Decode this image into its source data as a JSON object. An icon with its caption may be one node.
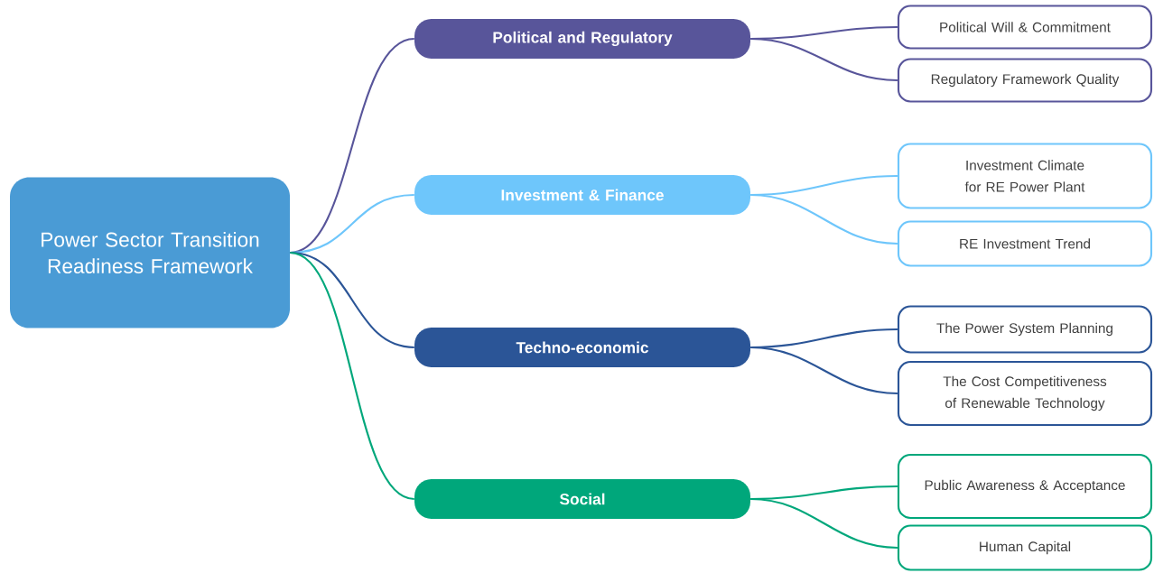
{
  "diagram": {
    "nodes": [
      {
        "text": [
          "Power Sector Transition Readiness Framework"
        ]
      },
      {
        "text": [
          "Political and Regulatory"
        ]
      },
      {
        "text": [
          "Investment & Finance"
        ]
      },
      {
        "text": [
          "Techno-economic"
        ]
      },
      {
        "text": [
          "Social"
        ]
      },
      {
        "text": [
          "Political Will & Commitment"
        ]
      },
      {
        "text": [
          "Regulatory Framework Quality"
        ]
      },
      {
        "text": [
          "Investment Climate for RE Power Plant"
        ]
      },
      {
        "text": [
          "RE Investment Trend"
        ]
      },
      {
        "text": [
          "The Power System Planning"
        ]
      },
      {
        "text": [
          "The Cost Competitiveness of Renewable Technology"
        ]
      },
      {
        "text": [
          "Public Awareness & Acceptance"
        ]
      },
      {
        "text": [
          "Human Capital"
        ]
      }
    ],
    "edges": [
      {
        "from": 0,
        "to": 1,
        "arrow": "none",
        "color": "#58559a"
      },
      {
        "from": 0,
        "to": 2,
        "arrow": "none",
        "color": "#6ec6fb"
      },
      {
        "from": 0,
        "to": 3,
        "arrow": "none",
        "color": "#2b5597"
      },
      {
        "from": 0,
        "to": 4,
        "arrow": "none",
        "color": "#00a77b"
      },
      {
        "from": 1,
        "to": 5,
        "arrow": "none",
        "color": "#58559a"
      },
      {
        "from": 1,
        "to": 6,
        "arrow": "none",
        "color": "#58559a"
      },
      {
        "from": 2,
        "to": 7,
        "arrow": "none",
        "color": "#6ec6fb"
      },
      {
        "from": 2,
        "to": 8,
        "arrow": "none",
        "color": "#6ec6fb"
      },
      {
        "from": 3,
        "to": 9,
        "arrow": "none",
        "color": "#2b5597"
      },
      {
        "from": 3,
        "to": 10,
        "arrow": "none",
        "color": "#2b5597"
      },
      {
        "from": 4,
        "to": 11,
        "arrow": "none",
        "color": "#00a77b"
      },
      {
        "from": 4,
        "to": 12,
        "arrow": "none",
        "color": "#00a77b"
      }
    ]
  }
}
